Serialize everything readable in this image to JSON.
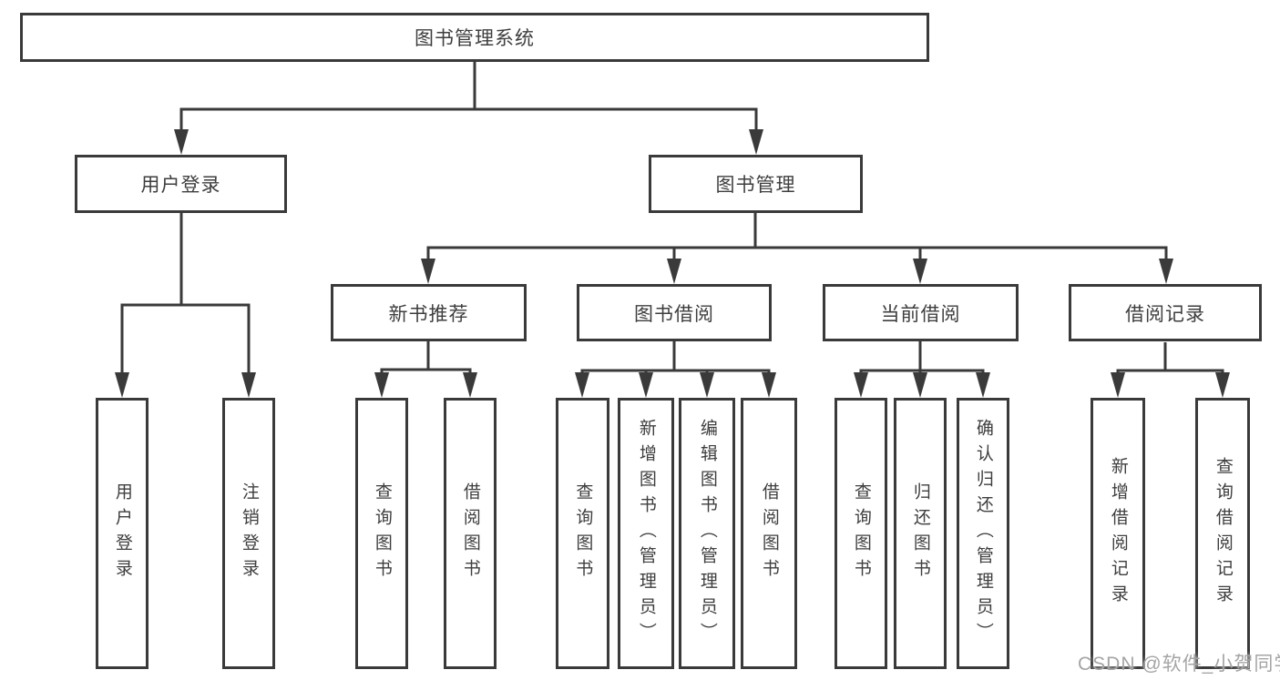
{
  "tree": {
    "label": "图书管理系统",
    "children": [
      {
        "label": "用户登录",
        "children": [
          {
            "label": "用户登录"
          },
          {
            "label": "注销登录"
          }
        ]
      },
      {
        "label": "图书管理",
        "children": [
          {
            "label": "新书推荐",
            "children": [
              {
                "label": "查询图书"
              },
              {
                "label": "借阅图书"
              }
            ]
          },
          {
            "label": "图书借阅",
            "children": [
              {
                "label": "查询图书"
              },
              {
                "label": "新增图书（管理员）"
              },
              {
                "label": "编辑图书（管理员）"
              },
              {
                "label": "借阅图书"
              }
            ]
          },
          {
            "label": "当前借阅",
            "children": [
              {
                "label": "查询图书"
              },
              {
                "label": "归还图书"
              },
              {
                "label": "确认归还（管理员）"
              }
            ]
          },
          {
            "label": "借阅记录",
            "children": [
              {
                "label": "新增借阅记录"
              },
              {
                "label": "查询借阅记录"
              }
            ]
          }
        ]
      }
    ]
  },
  "watermark": "CSDN @软件_小贺同学",
  "colors": {
    "line": "#3a3a3a",
    "text": "#3e3e3e",
    "box_fill": "#ffffff",
    "watermark": "#a5a5a5",
    "background": "#ffffff"
  }
}
